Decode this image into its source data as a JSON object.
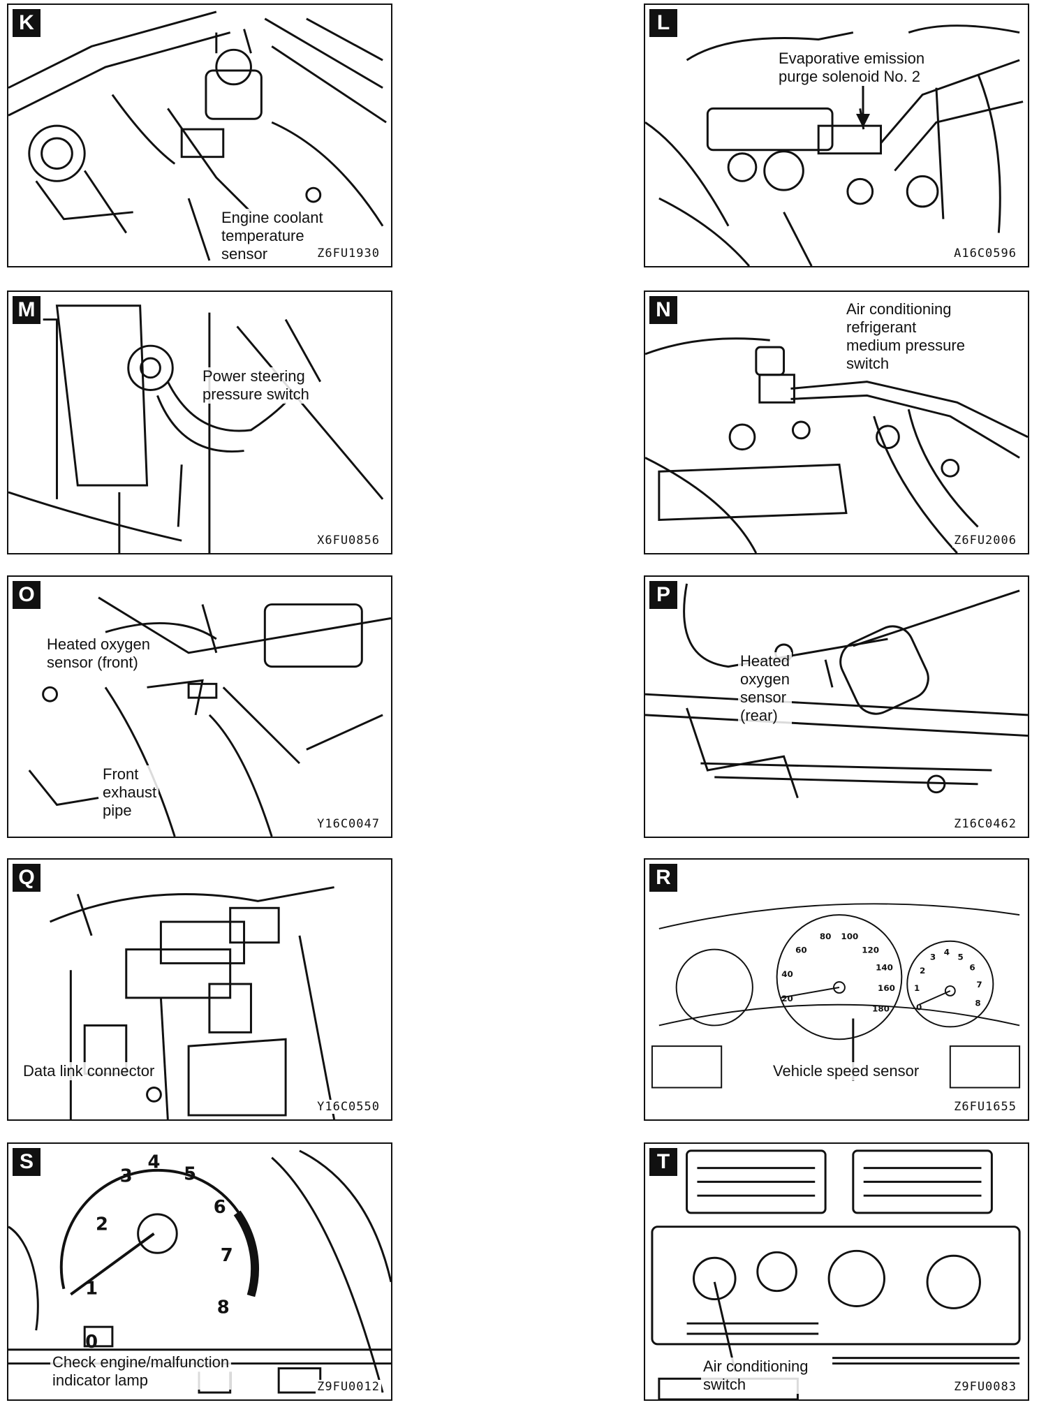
{
  "panels": {
    "K": {
      "letter": "K",
      "code": "Z6FU1930",
      "label": "Engine coolant\ntemperature\nsensor"
    },
    "L": {
      "letter": "L",
      "code": "A16C0596",
      "label": "Evaporative emission\npurge solenoid No. 2"
    },
    "M": {
      "letter": "M",
      "code": "X6FU0856",
      "label": "Power steering\npressure switch"
    },
    "N": {
      "letter": "N",
      "code": "Z6FU2006",
      "label": "Air   conditioning\nrefrigerant\nmedium pressure\nswitch"
    },
    "O": {
      "letter": "O",
      "code": "Y16C0047",
      "label": "Heated oxygen\nsensor (front)",
      "label2": "Front\nexhaust\npipe"
    },
    "P": {
      "letter": "P",
      "code": "Z16C0462",
      "label": "Heated\noxygen\nsensor\n(rear)"
    },
    "Q": {
      "letter": "Q",
      "code": "Y16C0550",
      "label": "Data link connector"
    },
    "R": {
      "letter": "R",
      "code": "Z6FU1655",
      "label": "Vehicle speed sensor"
    },
    "S": {
      "letter": "S",
      "code": "Z9FU0012",
      "label": "Check engine/malfunction\nindicator lamp"
    },
    "T": {
      "letter": "T",
      "code": "Z9FU0083",
      "label": "Air conditioning\nswitch"
    }
  },
  "gauges": {
    "speedo": [
      "20",
      "40",
      "60",
      "80",
      "100",
      "120",
      "140",
      "160",
      "180"
    ],
    "tacho_small": [
      "0",
      "1",
      "2",
      "3",
      "4",
      "5",
      "6",
      "7",
      "8"
    ],
    "tacho_large": [
      "0",
      "1",
      "2",
      "3",
      "4",
      "5",
      "6",
      "7",
      "8"
    ]
  }
}
